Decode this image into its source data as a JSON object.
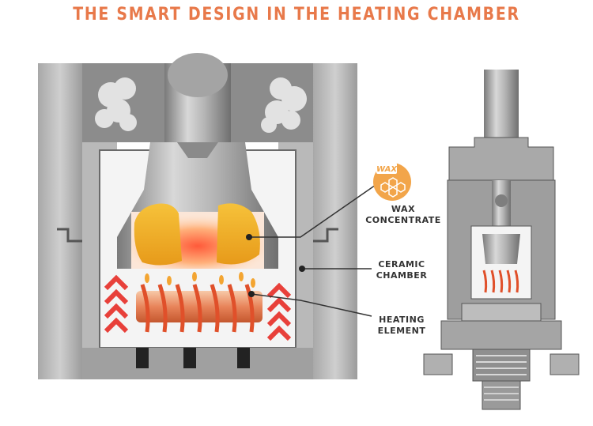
{
  "title": "THE SMART DESIGN IN THE HEATING CHAMBER",
  "badge_text": "WAX",
  "labels": {
    "wax_line1": "WAX",
    "wax_line2": "CONCENTRATE",
    "ceramic_line1": "CERAMIC",
    "ceramic_line2": "CHAMBER",
    "heating_line1": "HEATING",
    "heating_line2": "ELEMENT"
  },
  "colors": {
    "title": "#e8794a",
    "wax_badge": "#f2a54a",
    "coil": "#e0502a",
    "chevrons": "#e8403a",
    "metal": "#9a9a9a"
  }
}
